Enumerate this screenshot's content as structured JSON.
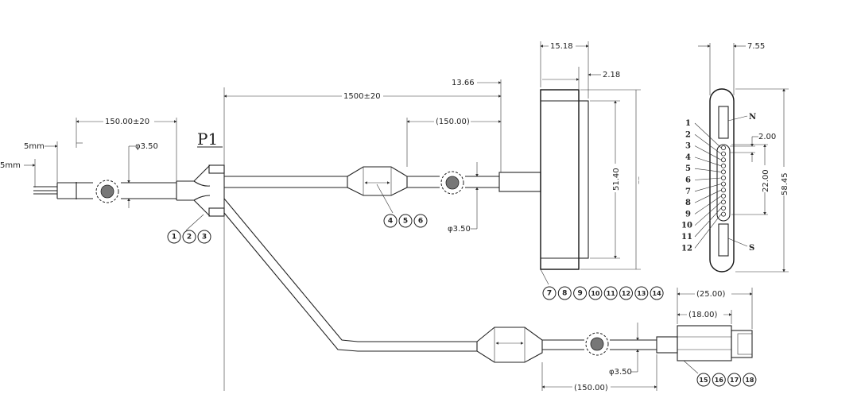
{
  "title": "P1",
  "dimensions": {
    "strip_short": "5mm",
    "strip_long": "5mm",
    "lead_length": "150.00±20",
    "lead_diameter": "φ3.50",
    "main_length": "1500±20",
    "conn_offset": "13.66",
    "top_branch_length": "(150.00)",
    "top_branch_diameter": "φ3.50",
    "head_depth": "15.18",
    "head_step": "2.18",
    "head_inner_height": "51.40",
    "head_small_mark": "ーー",
    "side_width": "7.55",
    "pin_pitch": "2.00",
    "pin_span": "22.00",
    "side_height": "58.45",
    "bottom_conn_outer": "(25.00)",
    "bottom_conn_inner": "(18.00)",
    "bottom_branch_diameter": "φ3.50",
    "bottom_branch_length": "(150.00)"
  },
  "side_labels": {
    "north": "N",
    "south": "S"
  },
  "pins": [
    "1",
    "2",
    "3",
    "4",
    "5",
    "6",
    "7",
    "8",
    "9",
    "10",
    "11",
    "12"
  ],
  "bubbles": {
    "splitter": [
      "1",
      "2",
      "3"
    ],
    "top_molding": [
      "4",
      "5",
      "6"
    ],
    "head": [
      "7",
      "8",
      "9",
      "10",
      "11",
      "12",
      "13",
      "14"
    ],
    "bottom_connector": [
      "15",
      "16",
      "17",
      "18"
    ]
  }
}
